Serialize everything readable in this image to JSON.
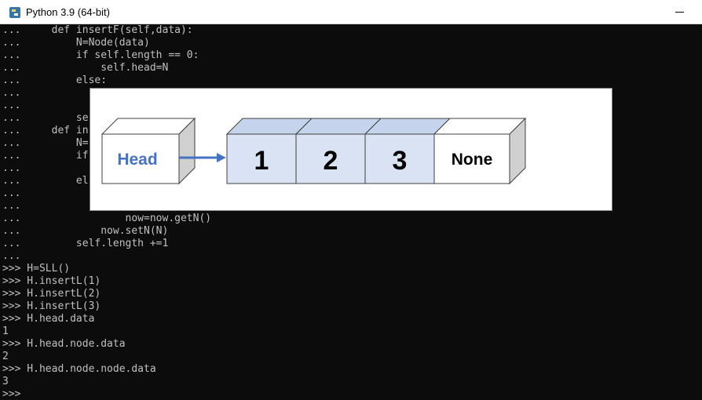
{
  "window": {
    "title": "Python 3.9 (64-bit)",
    "icon": "python-icon"
  },
  "console_lines": [
    "...     def insertF(self,data):",
    "...         N=Node(data)",
    "...         if self.length == 0:",
    "...             self.head=N",
    "...         else:",
    "...",
    "...",
    "...         se",
    "...     def in",
    "...         N=",
    "...         if",
    "...",
    "...         el",
    "...",
    "...",
    "...                 now=now.getN()",
    "...             now.setN(N)",
    "...         self.length +=1",
    "...",
    ">>> H=SLL()",
    ">>> H.insertL(1)",
    ">>> H.insertL(2)",
    ">>> H.insertL(3)",
    ">>> H.head.data",
    "1",
    ">>> H.head.node.data",
    "2",
    ">>> H.head.node.node.data",
    "3",
    ">>>"
  ],
  "diagram": {
    "head_label": "Head",
    "nodes": [
      "1",
      "2",
      "3"
    ],
    "tail_label": "None",
    "colors": {
      "head_text": "#4472c4",
      "arrow": "#4472c4",
      "node_fill": "#dae3f3",
      "node_top": "#c5d4ec",
      "side": "#d0d0d0"
    }
  }
}
